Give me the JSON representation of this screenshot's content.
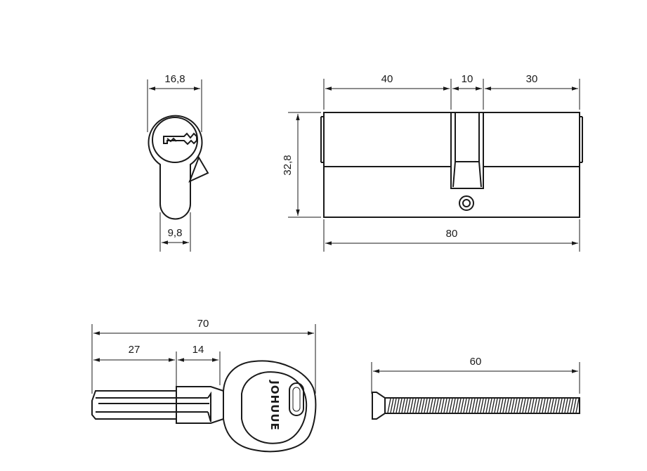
{
  "dimensions": {
    "profile_width": "16,8",
    "profile_cam_width": "9,8",
    "cylinder_left": "40",
    "cylinder_cam": "10",
    "cylinder_right": "30",
    "cylinder_height": "32,8",
    "cylinder_total": "80",
    "key_total": "70",
    "key_blade": "27",
    "key_shoulder": "14",
    "screw_length": "60"
  },
  "key_brand": "JOHUUE",
  "colors": {
    "line": "#1a1a1a",
    "background": "#ffffff"
  }
}
